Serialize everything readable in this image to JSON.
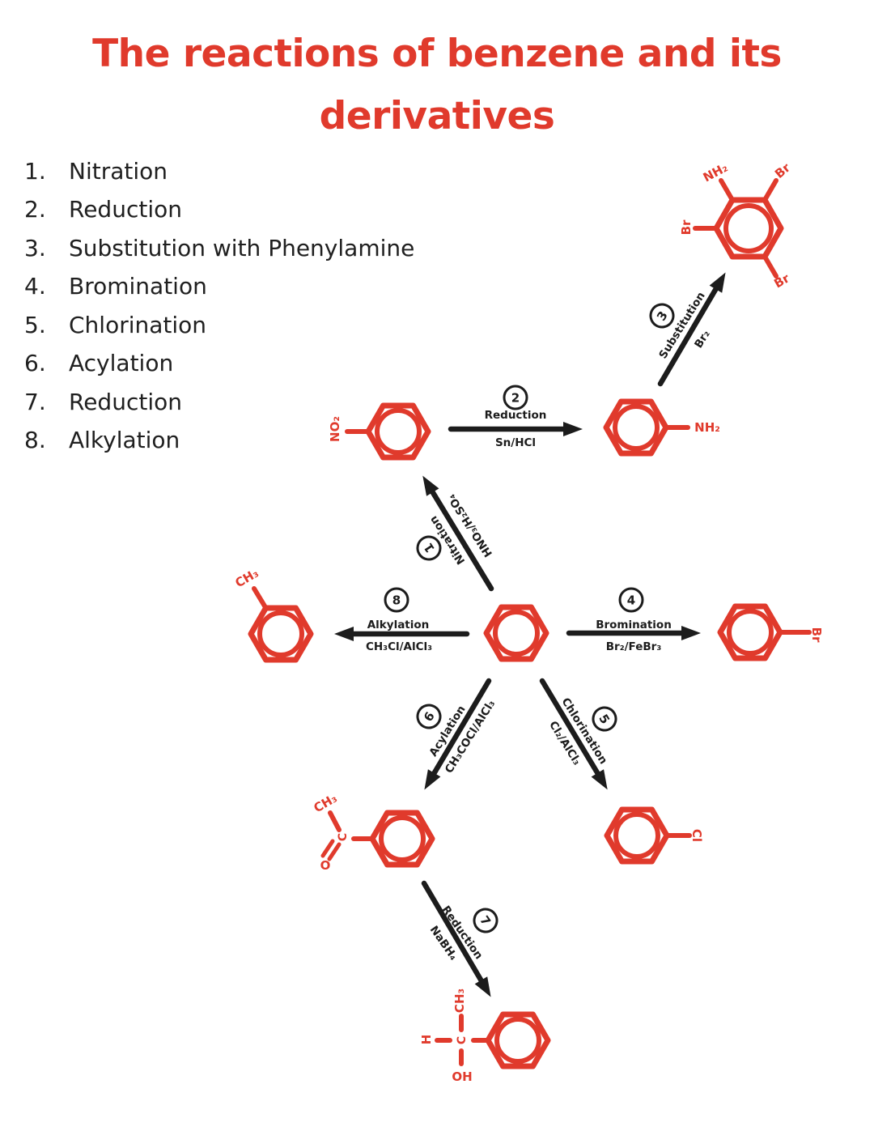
{
  "title": {
    "line1": "The reactions of benzene and its",
    "line2": "derivatives"
  },
  "list": {
    "items": [
      {
        "num": "1.",
        "label": "Nitration"
      },
      {
        "num": "2.",
        "label": "Reduction"
      },
      {
        "num": "3.",
        "label": "Substitution with Phenylamine"
      },
      {
        "num": "4.",
        "label": "Bromination"
      },
      {
        "num": "5.",
        "label": "Chlorination"
      },
      {
        "num": "6.",
        "label": "Acylation"
      },
      {
        "num": "7.",
        "label": "Reduction"
      },
      {
        "num": "8.",
        "label": "Alkylation"
      }
    ]
  },
  "reactions": {
    "r1": {
      "num": "1",
      "name": "Nitration",
      "reagent": "HNO₃/H₂SO₄"
    },
    "r2": {
      "num": "2",
      "name": "Reduction",
      "reagent": "Sn/HCl"
    },
    "r3": {
      "num": "3",
      "name": "Substitution",
      "reagent": "Br₂"
    },
    "r4": {
      "num": "4",
      "name": "Bromination",
      "reagent": "Br₂/FeBr₃"
    },
    "r5": {
      "num": "5",
      "name": "Chlorination",
      "reagent": "Cl₂/AlCl₃"
    },
    "r6": {
      "num": "6",
      "name": "Acylation",
      "reagent": "CH₃COCl/AlCl₃"
    },
    "r7": {
      "num": "7",
      "name": "Reduction",
      "reagent": "NaBH₄"
    },
    "r8": {
      "num": "8",
      "name": "Alkylation",
      "reagent": "CH₃Cl/AlCl₃"
    }
  },
  "molecules": {
    "nitrobenzene": {
      "no2": "NO₂"
    },
    "phenylamine": {
      "nh2": "NH₂"
    },
    "tribromophenylamine": {
      "nh2": "NH₂",
      "br_top": "Br",
      "br_left": "Br",
      "br_bottom": "Br"
    },
    "methylbenzene": {
      "ch3": "CH₃"
    },
    "bromobenzene": {
      "br": "Br"
    },
    "chlorobenzene": {
      "cl": "Cl"
    },
    "phenylethanone": {
      "ch3": "CH₃",
      "c": "C",
      "o": "O"
    },
    "phenylethanol": {
      "ch3": "CH₃",
      "c": "C",
      "h": "H",
      "oh": "OH"
    }
  },
  "colors": {
    "accent": "#e03a2c",
    "ink": "#1c1c1c"
  }
}
